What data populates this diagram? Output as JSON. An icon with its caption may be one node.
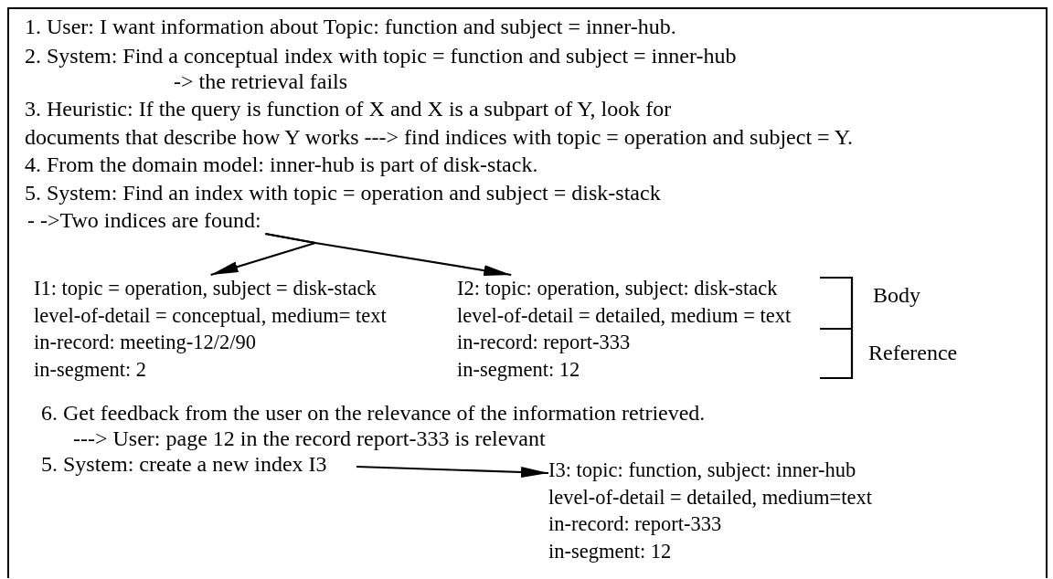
{
  "diagram": {
    "nodes": [
      {
        "text": [
          "- ->Two indices are found:"
        ]
      },
      {
        "text": [
          "I1: topic = operation, subject = disk-stack",
          "level-of-detail = conceptual, medium= text",
          "in-record: meeting-12/2/90",
          "in-segment: 2"
        ]
      },
      {
        "text": [
          "I2: topic: operation, subject: disk-stack",
          "level-of-detail = detailed, medium = text",
          "in-record: report-333",
          "in-segment: 12"
        ]
      },
      {
        "text": [
          "5. System: create a new index I3"
        ]
      },
      {
        "text": [
          "I3: topic: function, subject: inner-hub",
          "level-of-detail = detailed, medium=text",
          "in-record: report-333",
          "in-segment: 12"
        ]
      }
    ],
    "edges": [
      {
        "from": 0,
        "to": 1,
        "arrow": "to"
      },
      {
        "from": 0,
        "to": 2,
        "arrow": "to"
      },
      {
        "from": 3,
        "to": 4,
        "arrow": "to"
      }
    ],
    "labels": [
      "1. User: I want information about Topic: function and subject = inner-hub.",
      "2. System: Find a conceptual index with topic = function and subject = inner-hub",
      "-> the retrieval fails",
      "3. Heuristic: If the query is function of X and X is a subpart of Y, look for documents that describe how Y works ---> find indices with topic = operation and subject = Y.",
      "4. From the domain model: inner-hub is part of disk-stack.",
      "5. System: Find an index with topic = operation and subject = disk-stack",
      "Body",
      "Reference",
      "6. Get feedback from the user on the relevance of the information retrieved.",
      "---> User: page 12 in the record report-333 is relevant"
    ]
  }
}
